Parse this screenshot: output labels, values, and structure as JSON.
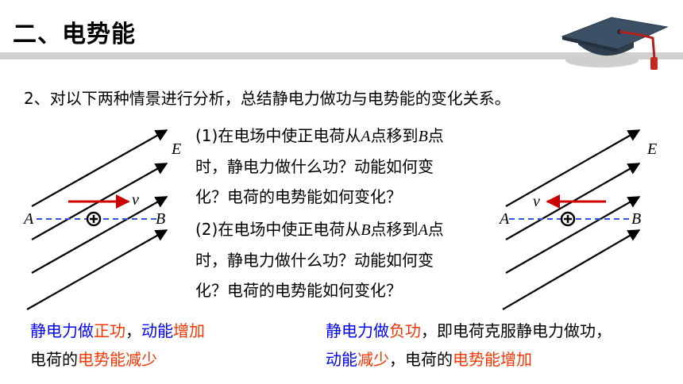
{
  "header": {
    "title": "二、电势能",
    "icon": "graduation-cap-icon"
  },
  "intro": "2、对以下两种情景进行分析，总结静电力做功与电势能的变化关系。",
  "question1": {
    "num": "(1)",
    "p1": "在电场中使正电荷从",
    "a": "A",
    "p2": "点移到",
    "b": "B",
    "p3": "点",
    "line2": "时，静电力做什么功？动能如何变",
    "line3": "化？电荷的电势能如何变化？"
  },
  "question2": {
    "num": "(2)",
    "p1": "在电场中使正电荷从",
    "b": "B",
    "p2": "点移到",
    "a": "A",
    "p3": "点",
    "line2": "时，静电力做什么功？动能如何变",
    "line3": "化？电荷的电势能如何变化？"
  },
  "diagram_left": {
    "E": "E",
    "A": "A",
    "B": "B",
    "v": "v"
  },
  "diagram_right": {
    "E": "E",
    "A": "A",
    "B": "B",
    "v": "v"
  },
  "answer_left": {
    "l1_a": "静电力做",
    "l1_b": "正功",
    "l1_c": "，",
    "l1_d": "动能",
    "l1_e": "增加",
    "l2_a": "电荷的",
    "l2_b": "电势能",
    "l2_c": "减少"
  },
  "answer_right": {
    "l1_a": "静电力做",
    "l1_b": "负功",
    "l1_c": "，即电荷克服静电力做功，",
    "l2_a": "动能",
    "l2_b": "减少",
    "l2_c": "，电荷的",
    "l2_d": "电势能",
    "l2_e": "增加"
  },
  "colors": {
    "blue": "#0000ff",
    "red": "#ff3300",
    "arrow_red": "#cc0000",
    "dashed": "#3355dd"
  }
}
